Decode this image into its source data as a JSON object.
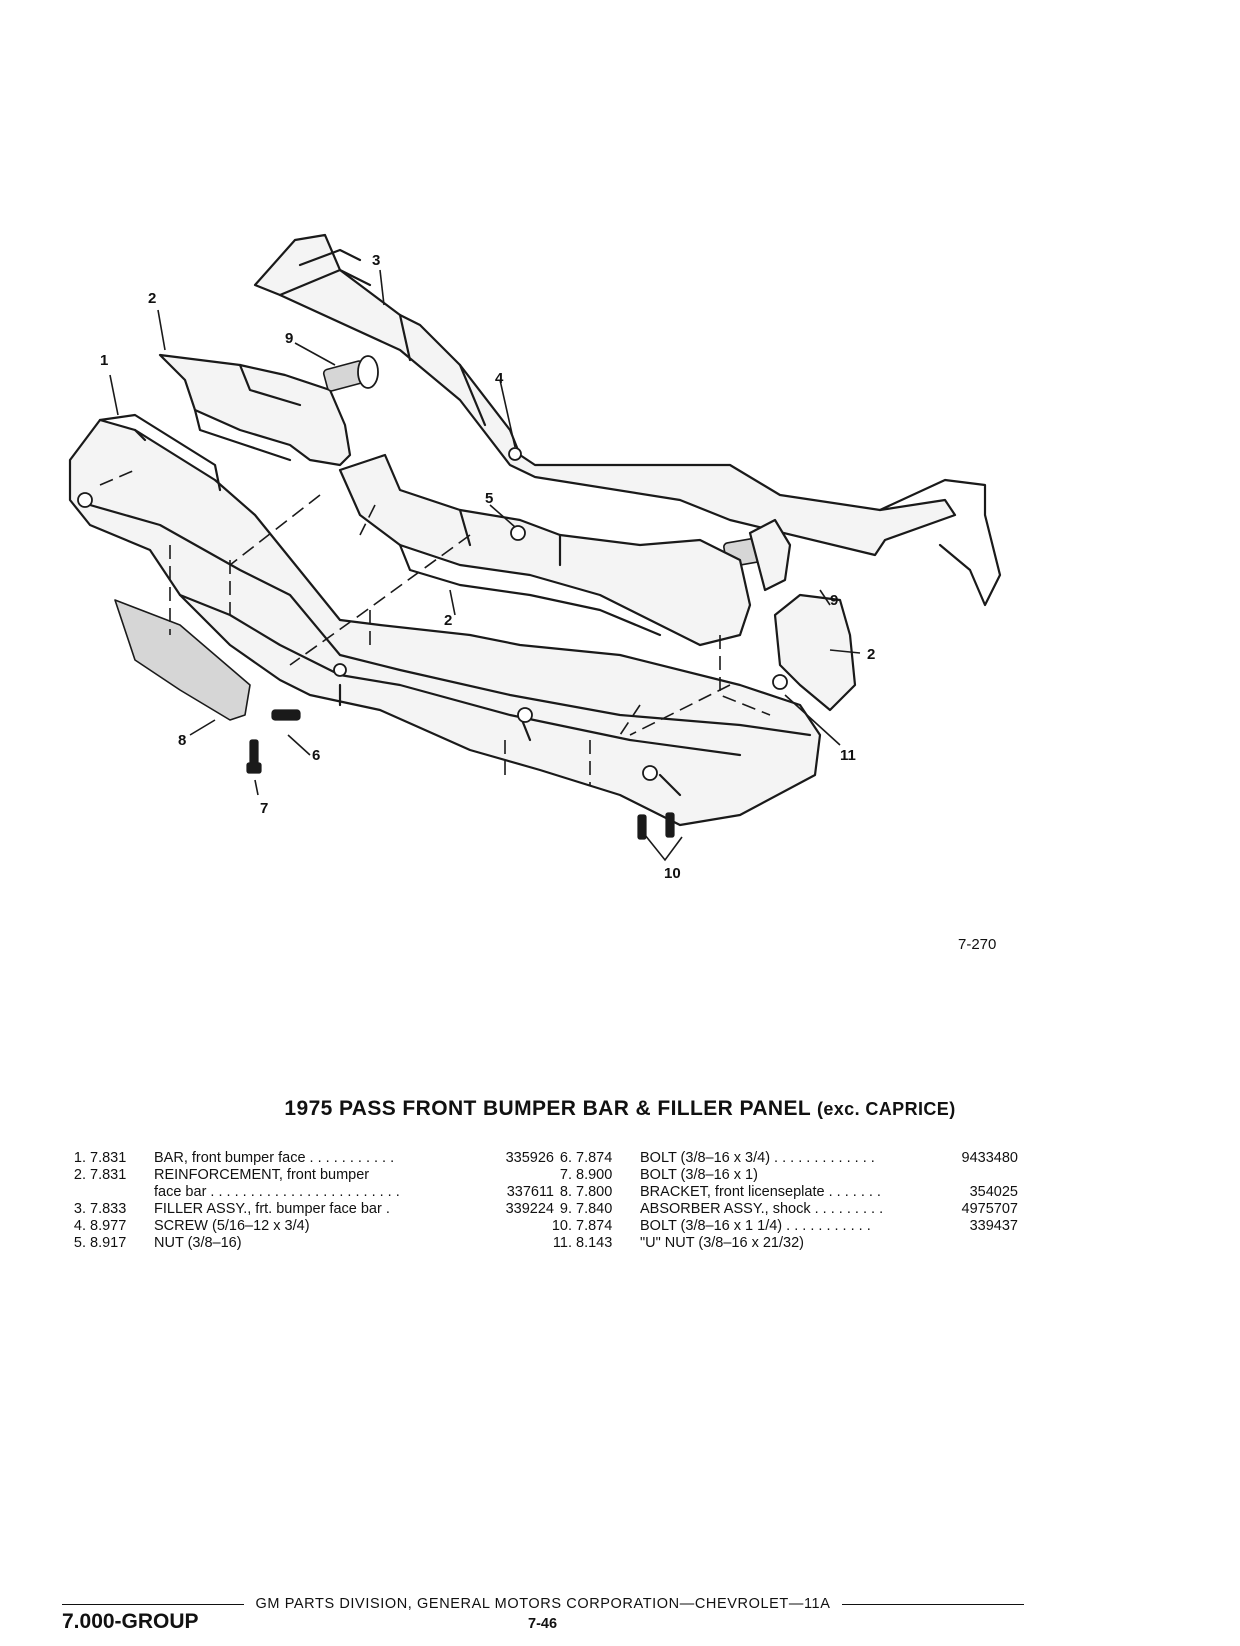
{
  "diagram": {
    "callouts": [
      "1",
      "2",
      "3",
      "4",
      "5",
      "2",
      "9",
      "2",
      "6",
      "7",
      "8",
      "9",
      "10",
      "11"
    ],
    "figure_number": "7-270"
  },
  "title": {
    "main": "1975 PASS FRONT BUMPER BAR & FILLER PANEL",
    "suffix": "(exc. CAPRICE)"
  },
  "parts_left": [
    {
      "num": "1.",
      "group": "7.831",
      "desc": "BAR, front bumper face . . . . . . . . . . .",
      "part": "335926"
    },
    {
      "num": "2.",
      "group": "7.831",
      "desc": "REINFORCEMENT, front bumper",
      "part": ""
    },
    {
      "num": "",
      "group": "",
      "desc": "face bar . . . . . . . . . . . . . . . . . . . . . . . .",
      "part": "337611"
    },
    {
      "num": "3.",
      "group": "7.833",
      "desc": "FILLER ASSY., frt. bumper face bar .",
      "part": "339224"
    },
    {
      "num": "4.",
      "group": "8.977",
      "desc": "SCREW (5/16–12 x 3/4)",
      "part": ""
    },
    {
      "num": "5.",
      "group": "8.917",
      "desc": "NUT (3/8–16)",
      "part": ""
    }
  ],
  "parts_right": [
    {
      "num": "6.",
      "group": "7.874",
      "desc": "BOLT (3/8–16 x 3/4) . . . . . . . . . . . . .",
      "part": "9433480"
    },
    {
      "num": "7.",
      "group": "8.900",
      "desc": "BOLT (3/8–16 x 1)",
      "part": ""
    },
    {
      "num": "8.",
      "group": "7.800",
      "desc": "BRACKET, front licenseplate . . . . . . .",
      "part": "354025"
    },
    {
      "num": "9.",
      "group": "7.840",
      "desc": "ABSORBER ASSY., shock . . . . . . . . .",
      "part": "4975707"
    },
    {
      "num": "10.",
      "group": "7.874",
      "desc": "BOLT (3/8–16 x 1 1/4) . . . . . . . . . . .",
      "part": "339437"
    },
    {
      "num": "11.",
      "group": "8.143",
      "desc": "\"U\" NUT (3/8–16 x 21/32)",
      "part": ""
    }
  ],
  "footer": {
    "division": "GM PARTS DIVISION,  GENERAL MOTORS CORPORATION—CHEVROLET—11A",
    "group": "7.000-GROUP",
    "page": "7-46"
  }
}
